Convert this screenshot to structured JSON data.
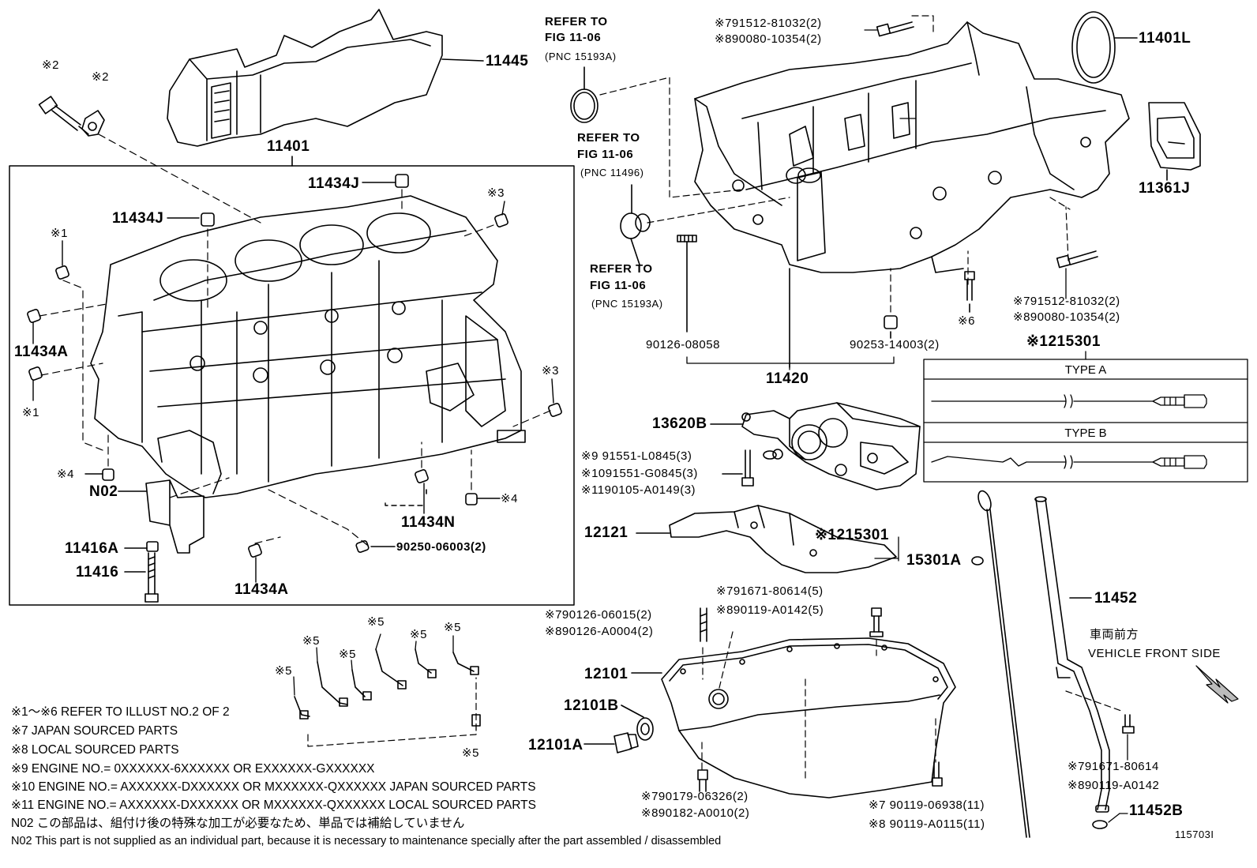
{
  "labels": {
    "p11445": "11445",
    "p11401": "11401",
    "p11434J_a": "11434J",
    "p11434J_b": "11434J",
    "p11434A_a": "11434A",
    "p11434A_b": "11434A",
    "p11434N": "11434N",
    "pN02": "N02",
    "p11416A": "11416A",
    "p11416": "11416",
    "p90250": "90250-06003(2)",
    "m1a": "※1",
    "m1b": "※1",
    "m2a": "※2",
    "m2b": "※2",
    "m3a": "※3",
    "m3b": "※3",
    "m4a": "※4",
    "m4b": "※4",
    "m5a": "※5",
    "m5b": "※5",
    "m5c": "※5",
    "m5d": "※5",
    "m5e": "※5",
    "m5f": "※5",
    "m5g": "※5",
    "m6": "※6",
    "ref1": "REFER TO",
    "ref1b": "FIG 11-06",
    "ref1c": "(PNC 15193A)",
    "ref2": "REFER TO",
    "ref2b": "FIG 11-06",
    "ref2c": "(PNC 11496)",
    "ref3": "REFER TO",
    "ref3b": "FIG 11-06",
    "ref3c": "(PNC 15193A)",
    "bolt_top1": "※791512-81032(2)",
    "bolt_top2": "※890080-10354(2)",
    "bolt_r1": "※791512-81032(2)",
    "bolt_r2": "※890080-10354(2)",
    "p11401L": "11401L",
    "p11361J": "11361J",
    "p90126_08058": "90126-08058",
    "p90253": "90253-14003(2)",
    "p11420": "11420",
    "p15301_top": "※1215301",
    "typeA": "TYPE A",
    "typeB": "TYPE B",
    "p13620B": "13620B",
    "b9": "※9 91551-L0845(3)",
    "b10": "※1091551-G0845(3)",
    "b11": "※1190105-A0149(3)",
    "p12121": "12121",
    "p15301_mid": "※1215301",
    "p15301A": "15301A",
    "b91671_a": "※791671-80614(5)",
    "b90119_a": "※890119-A0142(5)",
    "b90126_a": "※790126-06015(2)",
    "b90126_b": "※890126-A0004(2)",
    "p12101": "12101",
    "p12101B": "12101B",
    "p12101A": "12101A",
    "p11452": "11452",
    "front_jp": "車両前方",
    "front_en": "VEHICLE FRONT SIDE",
    "b91671_b": "※791671-80614",
    "b90119_b": "※890119-A0142",
    "p11452B": "11452B",
    "b90179": "※790179-06326(2)",
    "b90182": "※890182-A0010(2)",
    "b90119_c": "※7 90119-06938(11)",
    "b90119_d": "※8 90119-A0115(11)",
    "illus": "115703I"
  },
  "notes": [
    "※1～※6  REFER TO ILLUST NO.2 OF 2",
    "※7 JAPAN SOURCED PARTS",
    "※8 LOCAL SOURCED PARTS",
    "※9   ENGINE NO.= 0XXXXXX-6XXXXXX OR EXXXXXX-GXXXXXX",
    "※10 ENGINE NO.= AXXXXXX-DXXXXXX OR MXXXXXX-QXXXXXX JAPAN SOURCED PARTS",
    "※11 ENGINE NO.= AXXXXXX-DXXXXXX OR MXXXXXX-QXXXXXX LOCAL SOURCED PARTS",
    "N02  この部品は、組付け後の特殊な加工が必要なため、単品では補給していません",
    "N02  This part is not supplied as an individual part, because it is necessary to maintenance specially after the part assembled / disassembled"
  ]
}
